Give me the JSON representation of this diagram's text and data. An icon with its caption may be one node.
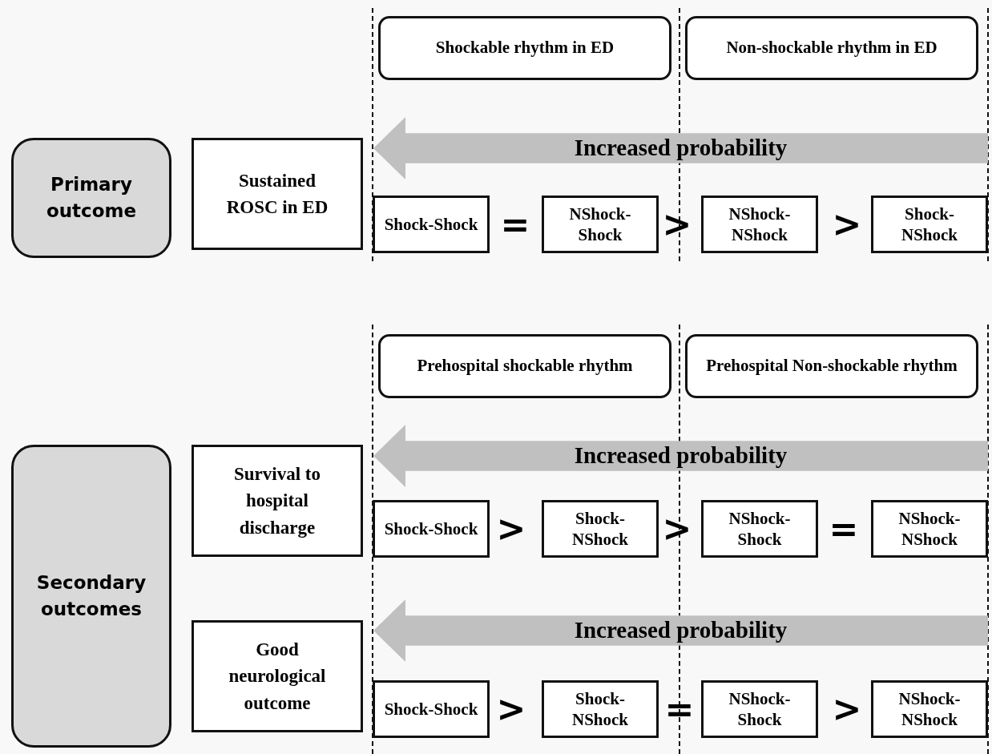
{
  "diagram": {
    "nodes": [
      {
        "text": [
          "Shockable rhythm in ED"
        ]
      },
      {
        "text": [
          "Non-shockable rhythm in ED"
        ]
      },
      {
        "text": [
          "Primary outcome"
        ]
      },
      {
        "text": [
          "Sustained ROSC in ED"
        ]
      },
      {
        "text": [
          "Increased probability"
        ]
      },
      {
        "text": [
          "Shock-Shock"
        ]
      },
      {
        "text": [
          "NShock-Shock"
        ]
      },
      {
        "text": [
          "NShock-NShock"
        ]
      },
      {
        "text": [
          "Shock-NShock"
        ]
      },
      {
        "text": [
          "Prehospital shockable rhythm"
        ]
      },
      {
        "text": [
          "Prehospital Non-shockable rhythm"
        ]
      },
      {
        "text": [
          "Secondary outcomes"
        ]
      },
      {
        "text": [
          "Survival to hospital discharge"
        ]
      },
      {
        "text": [
          "Increased probability"
        ]
      },
      {
        "text": [
          "Shock-Shock"
        ]
      },
      {
        "text": [
          "Shock-NShock"
        ]
      },
      {
        "text": [
          "NShock-Shock"
        ]
      },
      {
        "text": [
          "NShock-NShock"
        ]
      },
      {
        "text": [
          "Good neurological outcome"
        ]
      },
      {
        "text": [
          "Increased probability"
        ]
      },
      {
        "text": [
          "Shock-Shock"
        ]
      },
      {
        "text": [
          "Shock-NShock"
        ]
      },
      {
        "text": [
          "NShock-Shock"
        ]
      },
      {
        "text": [
          "NShock-NShock"
        ]
      }
    ],
    "labels": [
      "=",
      ">",
      ">",
      ">",
      ">",
      "=",
      ">",
      "=",
      ">"
    ]
  }
}
